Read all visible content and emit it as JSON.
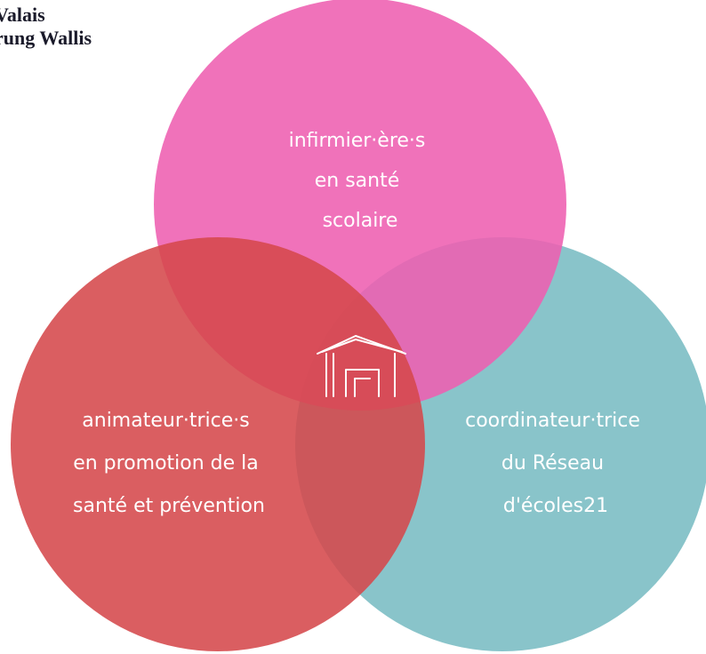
{
  "header": {
    "line1": "Valais",
    "line2": "rung Wallis"
  },
  "diagram": {
    "circles": [
      {
        "id": "top",
        "color": "#ee5fb0",
        "lines": [
          "infirmier·ère·s",
          "en santé",
          "scolaire"
        ]
      },
      {
        "id": "left",
        "color": "#d5484b",
        "lines": [
          "animateur·trice·s",
          "en promotion de la",
          "santé et prévention"
        ]
      },
      {
        "id": "right",
        "color": "#7fbfc6",
        "lines": [
          "coordinateur·trice",
          "du Réseau",
          "d'écoles21"
        ]
      }
    ],
    "center_icon": "school-house-icon"
  }
}
